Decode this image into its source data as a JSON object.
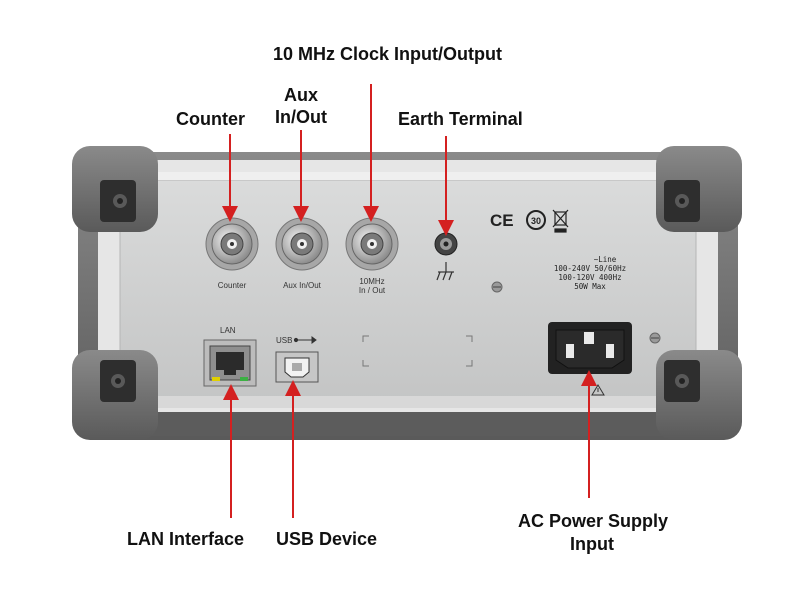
{
  "callouts": {
    "clock": "10 MHz Clock Input/Output",
    "aux_line1": "Aux",
    "aux_line2": "In/Out",
    "counter": "Counter",
    "earth": "Earth Terminal",
    "lan": "LAN Interface",
    "usb": "USB Device",
    "ac_line1": "AC Power Supply",
    "ac_line2": "Input"
  },
  "panel_labels": {
    "counter": "Counter",
    "aux": "Aux In/Out",
    "clock_line1": "10MHz",
    "clock_line2": "In / Out",
    "lan": "LAN",
    "usb": "USB",
    "power_line1": "~Line",
    "power_line2": "100-240V 50/60Hz",
    "power_line3": "100-120V   400Hz",
    "power_line4": "50W Max",
    "ce_mark": "CE",
    "rohs_years": "30"
  },
  "colors": {
    "arrow": "#d42020",
    "bumper": "#6e6e6e",
    "panel": "#cfd0d0",
    "frame": "#e4e4e4"
  }
}
